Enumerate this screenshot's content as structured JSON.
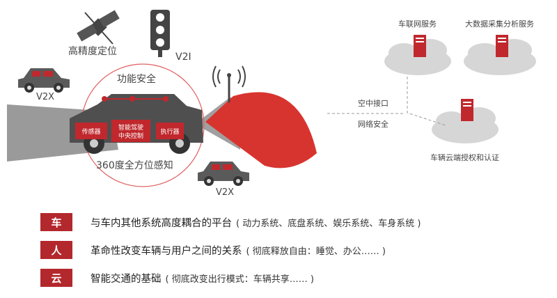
{
  "left_diagram": {
    "hd_positioning": "高精度定位",
    "v2i": "V2I",
    "v2x_top": "V2X",
    "v2x_bottom": "V2X",
    "functional_safety": "功能安全",
    "perception_360": "360度全方位感知",
    "modules": [
      "传感器",
      "智能驾驶\n中央控制",
      "执行器"
    ]
  },
  "right_diagram": {
    "telematics_service": "车联网服务",
    "bigdata_service": "大数据采集分析服务",
    "air_interface": "空中接口",
    "network_security": "网络安全",
    "cloud_auth": "车辆云端授权和认证"
  },
  "rows": [
    {
      "badge": "车",
      "title": "与车内其他系统高度耦合的平台",
      "detail": "( 动力系统、底盘系统、娱乐系统、车身系统 )"
    },
    {
      "badge": "人",
      "title": "革命性改变车辆与用户之间的关系",
      "detail": "( 彻底释放自由：睡觉、办公…… )"
    },
    {
      "badge": "云",
      "title": "智能交通的基础",
      "detail": "( 彻底改变出行模式：车辆共享…… )"
    }
  ],
  "colors": {
    "accent": "#c0282d",
    "cloud": "#d9d9d9",
    "car": "#555555"
  }
}
